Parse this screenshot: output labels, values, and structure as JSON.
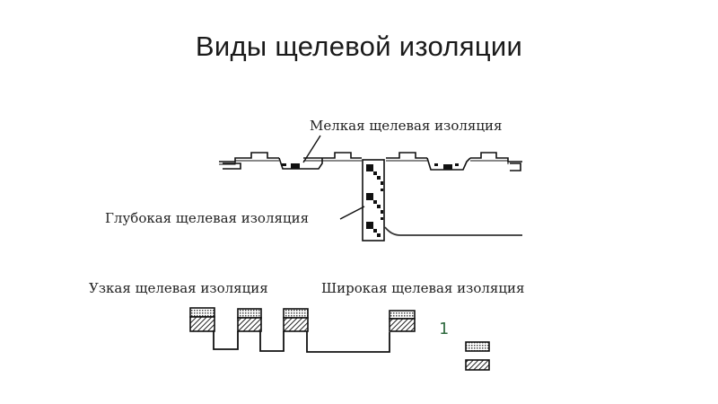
{
  "slide": {
    "title": "Виды щелевой изоляции"
  },
  "labels": {
    "shallow": "Мелкая щелевая изоляция",
    "deep": "Глубокая щелевая изоляция",
    "narrow": "Узкая щелевая изоляция",
    "wide": "Широкая щелевая изоляция"
  },
  "legend": {
    "number": "1"
  },
  "colors": {
    "line": "#111111",
    "number": "#2f6a3f"
  }
}
